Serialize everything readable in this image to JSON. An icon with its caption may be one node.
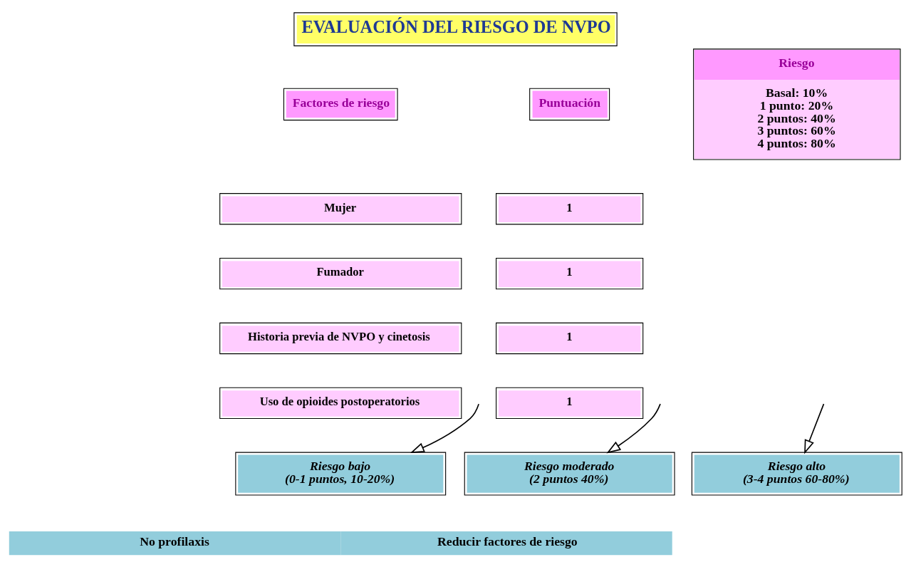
{
  "diagram": {
    "title": "EVALUACIÓN DEL RIESGO DE NVPO",
    "nodes": [
      {
        "text": [
          "Factores de riesgo"
        ]
      },
      {
        "text": [
          "Puntuación"
        ]
      },
      {
        "text": [
          "Riesgo",
          "Basal: 10%",
          "1 punto: 20%",
          "2 puntos: 40%",
          "3 puntos: 60%",
          "4 puntos: 80%"
        ]
      },
      {
        "text": [
          "Mujer"
        ]
      },
      {
        "text": [
          "1"
        ]
      },
      {
        "text": [
          "Fumador"
        ]
      },
      {
        "text": [
          "1"
        ]
      },
      {
        "text": [
          "Historia previa de NVPO y cinetosis"
        ]
      },
      {
        "text": [
          "1"
        ]
      },
      {
        "text": [
          "Uso de opioides postoperatorios"
        ]
      },
      {
        "text": [
          "1"
        ]
      },
      {
        "text": [
          "Riesgo bajo",
          "(0-1 puntos, 10-20%)"
        ]
      },
      {
        "text": [
          "Riesgo moderado",
          "(2 puntos 40%)"
        ]
      },
      {
        "text": [
          "Riesgo alto",
          "(3-4 puntos 60-80%)"
        ]
      },
      {
        "text": [
          "No profilaxis",
          "Reducir factores de riesgo"
        ]
      }
    ],
    "edges": [
      {
        "from": null,
        "to": 11,
        "arrow": "to"
      },
      {
        "from": null,
        "to": 12,
        "arrow": "to"
      },
      {
        "from": null,
        "to": 13,
        "arrow": "to"
      }
    ]
  }
}
